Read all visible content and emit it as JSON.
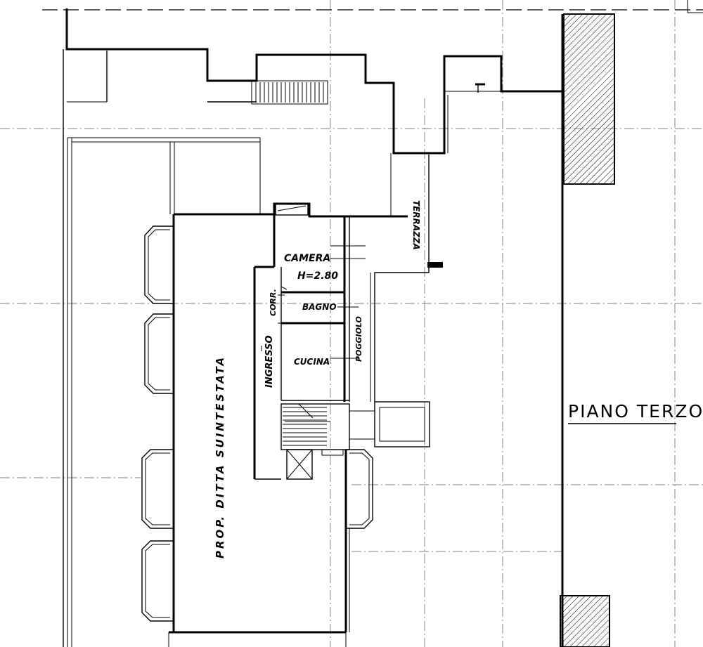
{
  "drawing": {
    "floor_title": "PIANO TERZO",
    "labels": {
      "camera": "CAMERA",
      "height": "H=2.80",
      "bagno": "BAGNO",
      "cucina": "CUCINA",
      "corridoio": "CORR.",
      "ingresso": "INGRESSO",
      "poggiolo": "POGGIOLO",
      "terrazza": "TERRAZZA",
      "proprieta": "PROP. DITTA SUINTESTATA"
    }
  }
}
